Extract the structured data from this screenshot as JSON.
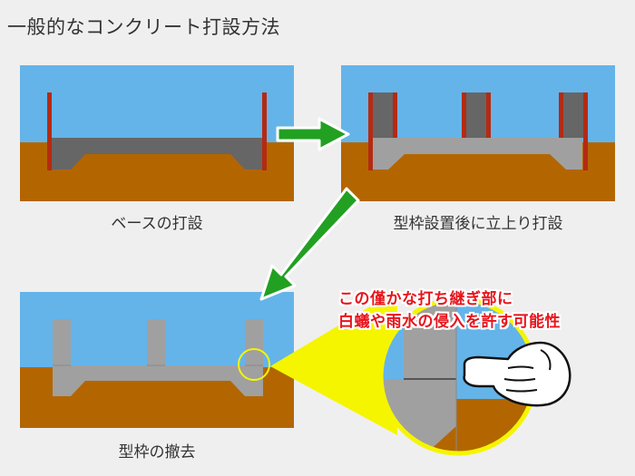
{
  "title": "一般的なコンクリート打設方法",
  "captions": {
    "step1": "ベースの打設",
    "step2": "型枠設置後に立上り打設",
    "step3": "型枠の撤去"
  },
  "callout": {
    "line1": "この僅かな打ち継ぎ部に",
    "line2": "白蟻や雨水の侵入を許す可能性"
  },
  "colors": {
    "sky": "#64b4ea",
    "soil": "#b36600",
    "concrete_dark": "#666666",
    "concrete": "#a0a0a0",
    "formwork": "#b52a12",
    "arrow": "#22a022",
    "highlight": "#f5f500"
  },
  "icons": [
    "pointing-hand-icon",
    "magnifier-circle-icon"
  ]
}
